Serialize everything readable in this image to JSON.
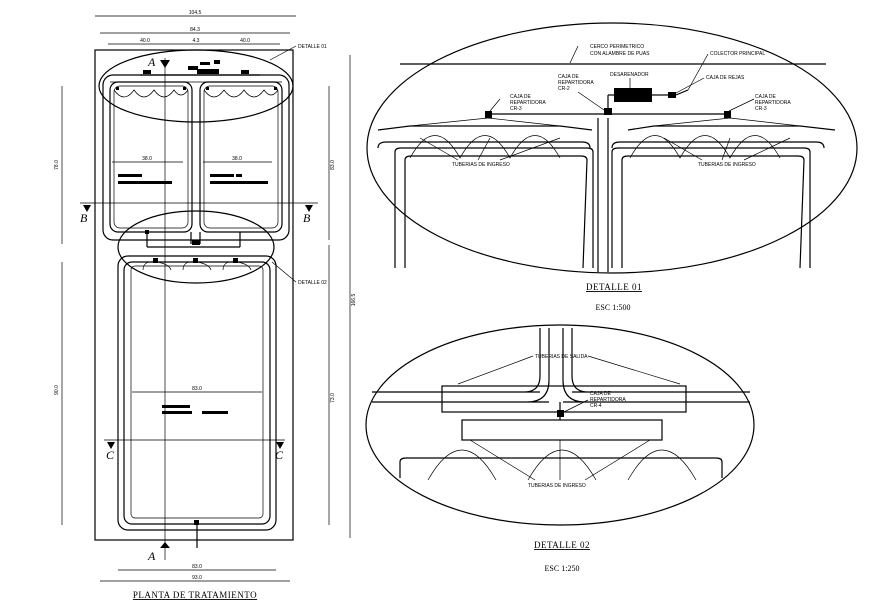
{
  "plan": {
    "title": "PLANTA DE TRATAMIENTO",
    "dimensions": {
      "top_overall": "104.5",
      "top_second": "84.3",
      "top_left": "40.0",
      "top_mid": "4.3",
      "top_right": "40.0",
      "inner_left": "38.0",
      "inner_right": "38.0",
      "lower_width": "83.0",
      "left_upper": "78.0",
      "left_lower": "90.0",
      "right_upper": "83.0",
      "right_lower": "73.0",
      "right_overall": "166.5",
      "bottom_inner": "83.0",
      "bottom_outer": "93.0"
    },
    "sections": {
      "a": "A",
      "b": "B",
      "c": "C"
    },
    "callouts": {
      "detalle_01": "DETALLE 01",
      "detalle_02": "DETALLE 02"
    }
  },
  "detalle_01": {
    "title": "DETALLE 01",
    "scale": "ESC 1:500",
    "labels": {
      "cerco_line1": "CERCO PERIMETRICO",
      "cerco_line2": "CON ALAMBRE DE PUAS",
      "colector": "COLECTOR PRINCIPAL",
      "desarenador": "DESARENADOR",
      "caja_rejas": "CAJA DE REJAS",
      "caja_center_l1": "CAJA DE",
      "caja_center_l2": "REPARTIDORA",
      "caja_center_l3": "CR-2",
      "caja_left_l1": "CAJA DE",
      "caja_left_l2": "REPARTIDORA",
      "caja_left_l3": "CR-3",
      "caja_right_l1": "CAJA DE",
      "caja_right_l2": "REPARTIDORA",
      "caja_right_l3": "CR-3",
      "tuberias_left": "TUBERIAS DE INGRESO",
      "tuberias_right": "TUBERIAS DE INGRESO"
    }
  },
  "detalle_02": {
    "title": "DETALLE 02",
    "scale": "ESC 1:250",
    "labels": {
      "tuberias_salida": "TUBERIAS DE SALIDA",
      "caja_l1": "CAJA DE",
      "caja_l2": "REPARTIDORA",
      "caja_l3": "CR-4",
      "tuberias_ingreso": "TUBERIAS DE INGRESO"
    }
  }
}
